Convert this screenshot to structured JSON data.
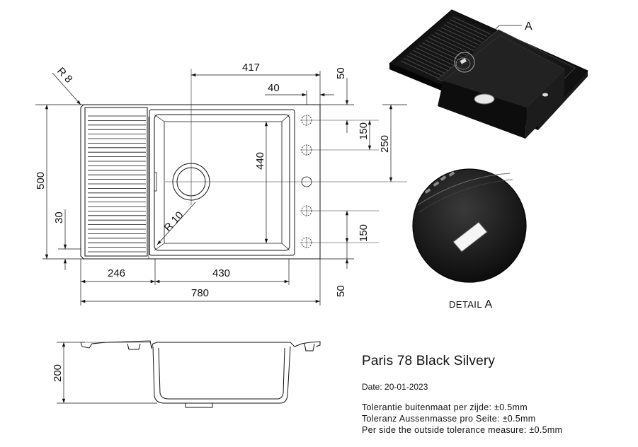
{
  "dimensions": {
    "radius_corner": "R 8",
    "radius_bowl": "R 10",
    "bowl_offset_width": "417",
    "tap_offset": "40",
    "top_margin": "50",
    "hole_spacing_top": "150",
    "hole_center_height": "250",
    "bowl_length": "440",
    "overall_depth": "500",
    "drainer_edge": "30",
    "hole_spacing_bottom": "150",
    "drainer_width": "246",
    "bowl_width": "430",
    "overall_width": "780",
    "bottom_margin": "50",
    "bowl_depth": "200"
  },
  "detail": {
    "marker": "A",
    "caption": "DETAIL",
    "caption_letter": "A"
  },
  "title_block": {
    "model": "Paris 78 Black Silvery",
    "date": "Date: 20-01-2023",
    "tolerance_nl": "Tolerantie buitenmaat per zijde: ±0.5mm",
    "tolerance_de": "Toleranz Aussenmasse pro Seite: ±0.5mm",
    "tolerance_en": "Per side the outside tolerance measure: ±0.5mm"
  }
}
